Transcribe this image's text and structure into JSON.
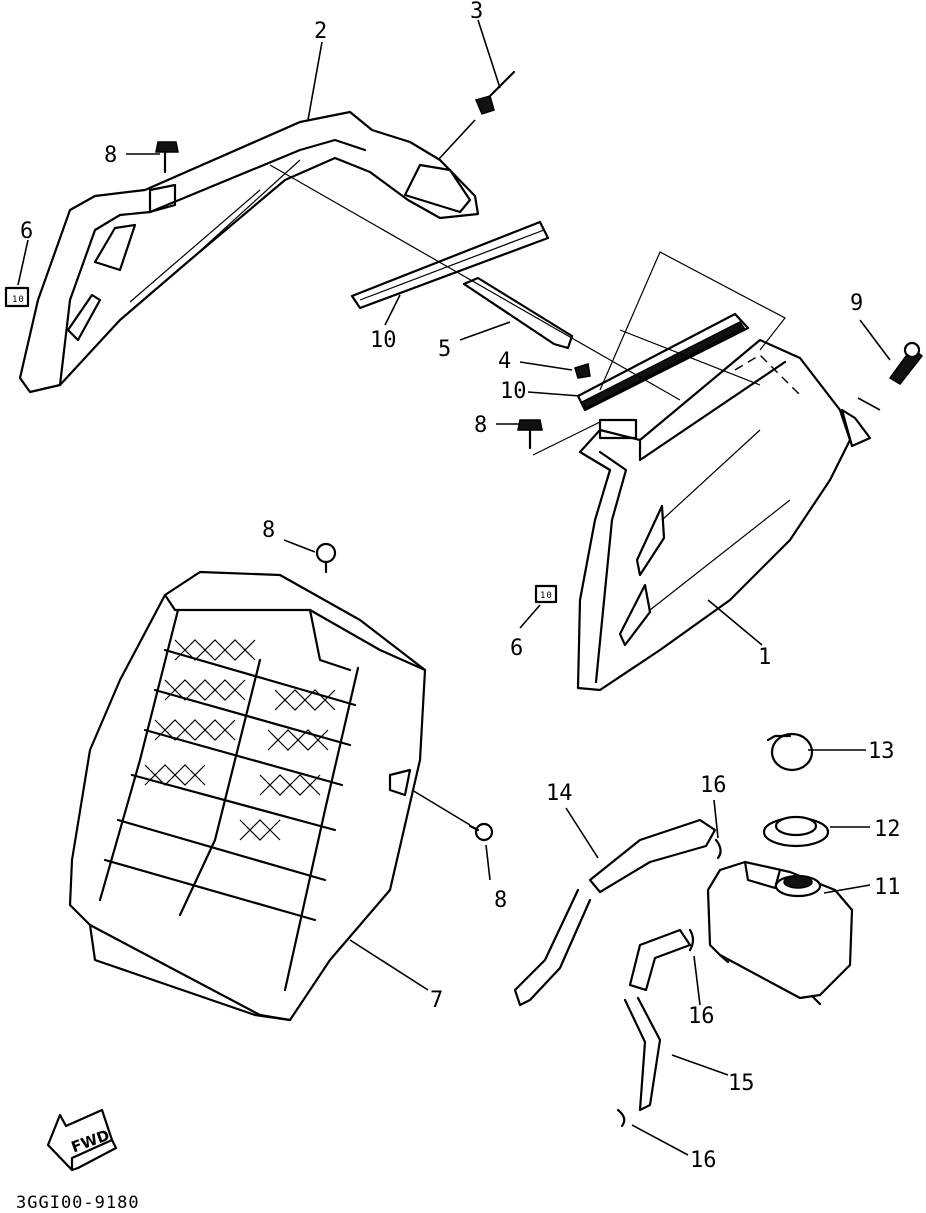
{
  "diagram_code": "3GGI00-9180",
  "direction_badge": "FWD",
  "callouts": [
    {
      "id": "c1",
      "text": "1"
    },
    {
      "id": "c2",
      "text": "2"
    },
    {
      "id": "c3",
      "text": "3"
    },
    {
      "id": "c4",
      "text": "4"
    },
    {
      "id": "c5",
      "text": "5"
    },
    {
      "id": "c6a",
      "text": "6"
    },
    {
      "id": "c6b",
      "text": "6"
    },
    {
      "id": "c7",
      "text": "7"
    },
    {
      "id": "c8a",
      "text": "8"
    },
    {
      "id": "c8b",
      "text": "8"
    },
    {
      "id": "c8c",
      "text": "8"
    },
    {
      "id": "c8d",
      "text": "8"
    },
    {
      "id": "c9",
      "text": "9"
    },
    {
      "id": "c10a",
      "text": "10"
    },
    {
      "id": "c10b",
      "text": "10"
    },
    {
      "id": "c11",
      "text": "11"
    },
    {
      "id": "c12",
      "text": "12"
    },
    {
      "id": "c13",
      "text": "13"
    },
    {
      "id": "c14",
      "text": "14"
    },
    {
      "id": "c15",
      "text": "15"
    },
    {
      "id": "c16a",
      "text": "16"
    },
    {
      "id": "c16b",
      "text": "16"
    },
    {
      "id": "c16c",
      "text": "16"
    }
  ]
}
